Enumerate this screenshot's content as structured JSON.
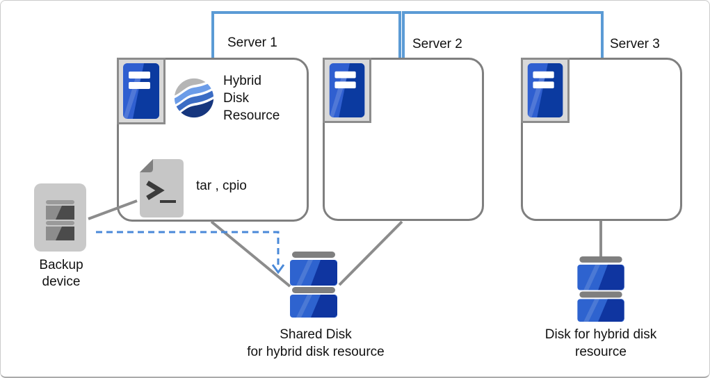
{
  "colors": {
    "network_link": "#5B9BD5",
    "storage_link": "#8c8c8c",
    "backup_flow": "#4a89d8",
    "box_border": "#7f7f7f"
  },
  "servers": [
    {
      "label": "Server 1"
    },
    {
      "label": "Server 2"
    },
    {
      "label": "Server 3"
    }
  ],
  "server1_contents": {
    "resource_label": "Hybrid\nDisk\nResource",
    "tools_label": "tar , cpio"
  },
  "backup_device": {
    "label": "Backup\ndevice"
  },
  "shared_disk": {
    "label": "Shared Disk\nfor hybrid disk resource"
  },
  "hybrid_disk": {
    "label": "Disk for hybrid disk\nresource"
  }
}
